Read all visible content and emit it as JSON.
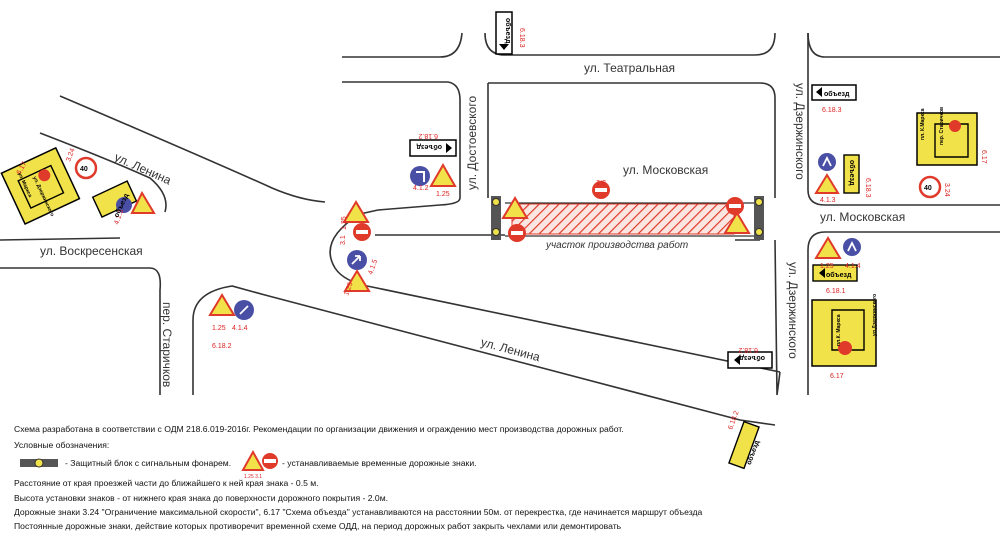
{
  "streets": {
    "teatralnaya": "ул. Театральная",
    "moskovskaya_center": "ул. Московская",
    "moskovskaya_east": "ул. Московская",
    "lenina_nw": "ул. Ленина",
    "lenina_south": "ул. Ленина",
    "voskresenskaya": "ул. Воскресенская",
    "dostoevskogo": "ул. Достоевского",
    "dzerzhinskogo_north": "ул. Дзержинского",
    "dzerzhinskogo_south": "ул. Дзержинского",
    "starichkov": "пер. Старичков"
  },
  "work_zone": {
    "label": "участок производства работ",
    "hatch_color": "#e03a2a"
  },
  "detour_word": "объезд",
  "sign_codes": {
    "c6_18_3_top": "6.18.3",
    "c6_18_2_dost": "6.18.2",
    "c4_1_2": "4.1.2",
    "c1_25_dost": "1.25",
    "c3_1_mid": "3.1",
    "c3_1_w": "3.1",
    "c1_25_w": "1.25",
    "c4_1_5": "4.1.5",
    "c1_25_sw": "1.25",
    "c4_1_4_sw": "4.1.4",
    "c1_25_nw": "1.25",
    "c4_1_3_nw": "4.1.3",
    "c6_18_2_sw": "6.18.2",
    "c6_17_nw": "6.17",
    "c3_24_nw": "3.24",
    "c6_18_3_ne": "6.18.3",
    "c4_1_3_ne": "4.1.3",
    "c6_18_3_ne2": "6.18.3",
    "c6_17_ne": "6.17",
    "c3_24_ne": "3.24",
    "c1_25_e": "1.25",
    "c4_1_4_e": "4.1.4",
    "c6_18_1_e": "6.18.1",
    "c6_17_se": "6.17",
    "c6_18_2_se": "6.18.2",
    "c6_18_2_bottom": "6.18.2"
  },
  "speed_limit": "40",
  "scheme_street_labels": {
    "markova_nw": "ул. Маркса",
    "dzerzh_nw": "ул. Дзержинского",
    "markova_ne": "пл. К.Маркса",
    "starichkov_ne": "пер. Старичков",
    "markova_se": "пл.К. Маркса",
    "dzerzh_se": "ул.Дзержинского"
  },
  "notes": {
    "line1": "Схема разработана в соответствии с ОДМ 218.6.019-2016г. Рекомендации по организации движения и ограждению мест производства дорожных работ.",
    "line2": "Условные обозначения:",
    "legend_block": "- Защитный блок с сигнальным фонарем.",
    "legend_signs": "- устанавливаемые временные дорожные знаки.",
    "legend_small": "1.25   3.1",
    "line3": "Расстояние от края проезжей части до ближайшего к ней края знака - 0.5 м.",
    "line4": "Высота установки знаков -  от нижнего края знака до поверхности дорожного покрытия - 2.0м.",
    "line5": "Дорожные знаки 3.24 \"Ограничение максимальной скорости\", 6.17 \"Схема объезда\" устанавливаются на расстоянии 50м. от перекрестка, где начинается маршрут объезда",
    "line6": "Постоянные дорожные знаки, действие которых противоречит временной схеме ОДД, на период дорожных работ закрыть чехлами или демонтировать"
  },
  "colors": {
    "road_line": "#333333",
    "sign_yellow": "#f2e24a",
    "sign_red": "#e03a2a",
    "sign_blue": "#4a4fa6",
    "code_red": "#dd2222"
  }
}
